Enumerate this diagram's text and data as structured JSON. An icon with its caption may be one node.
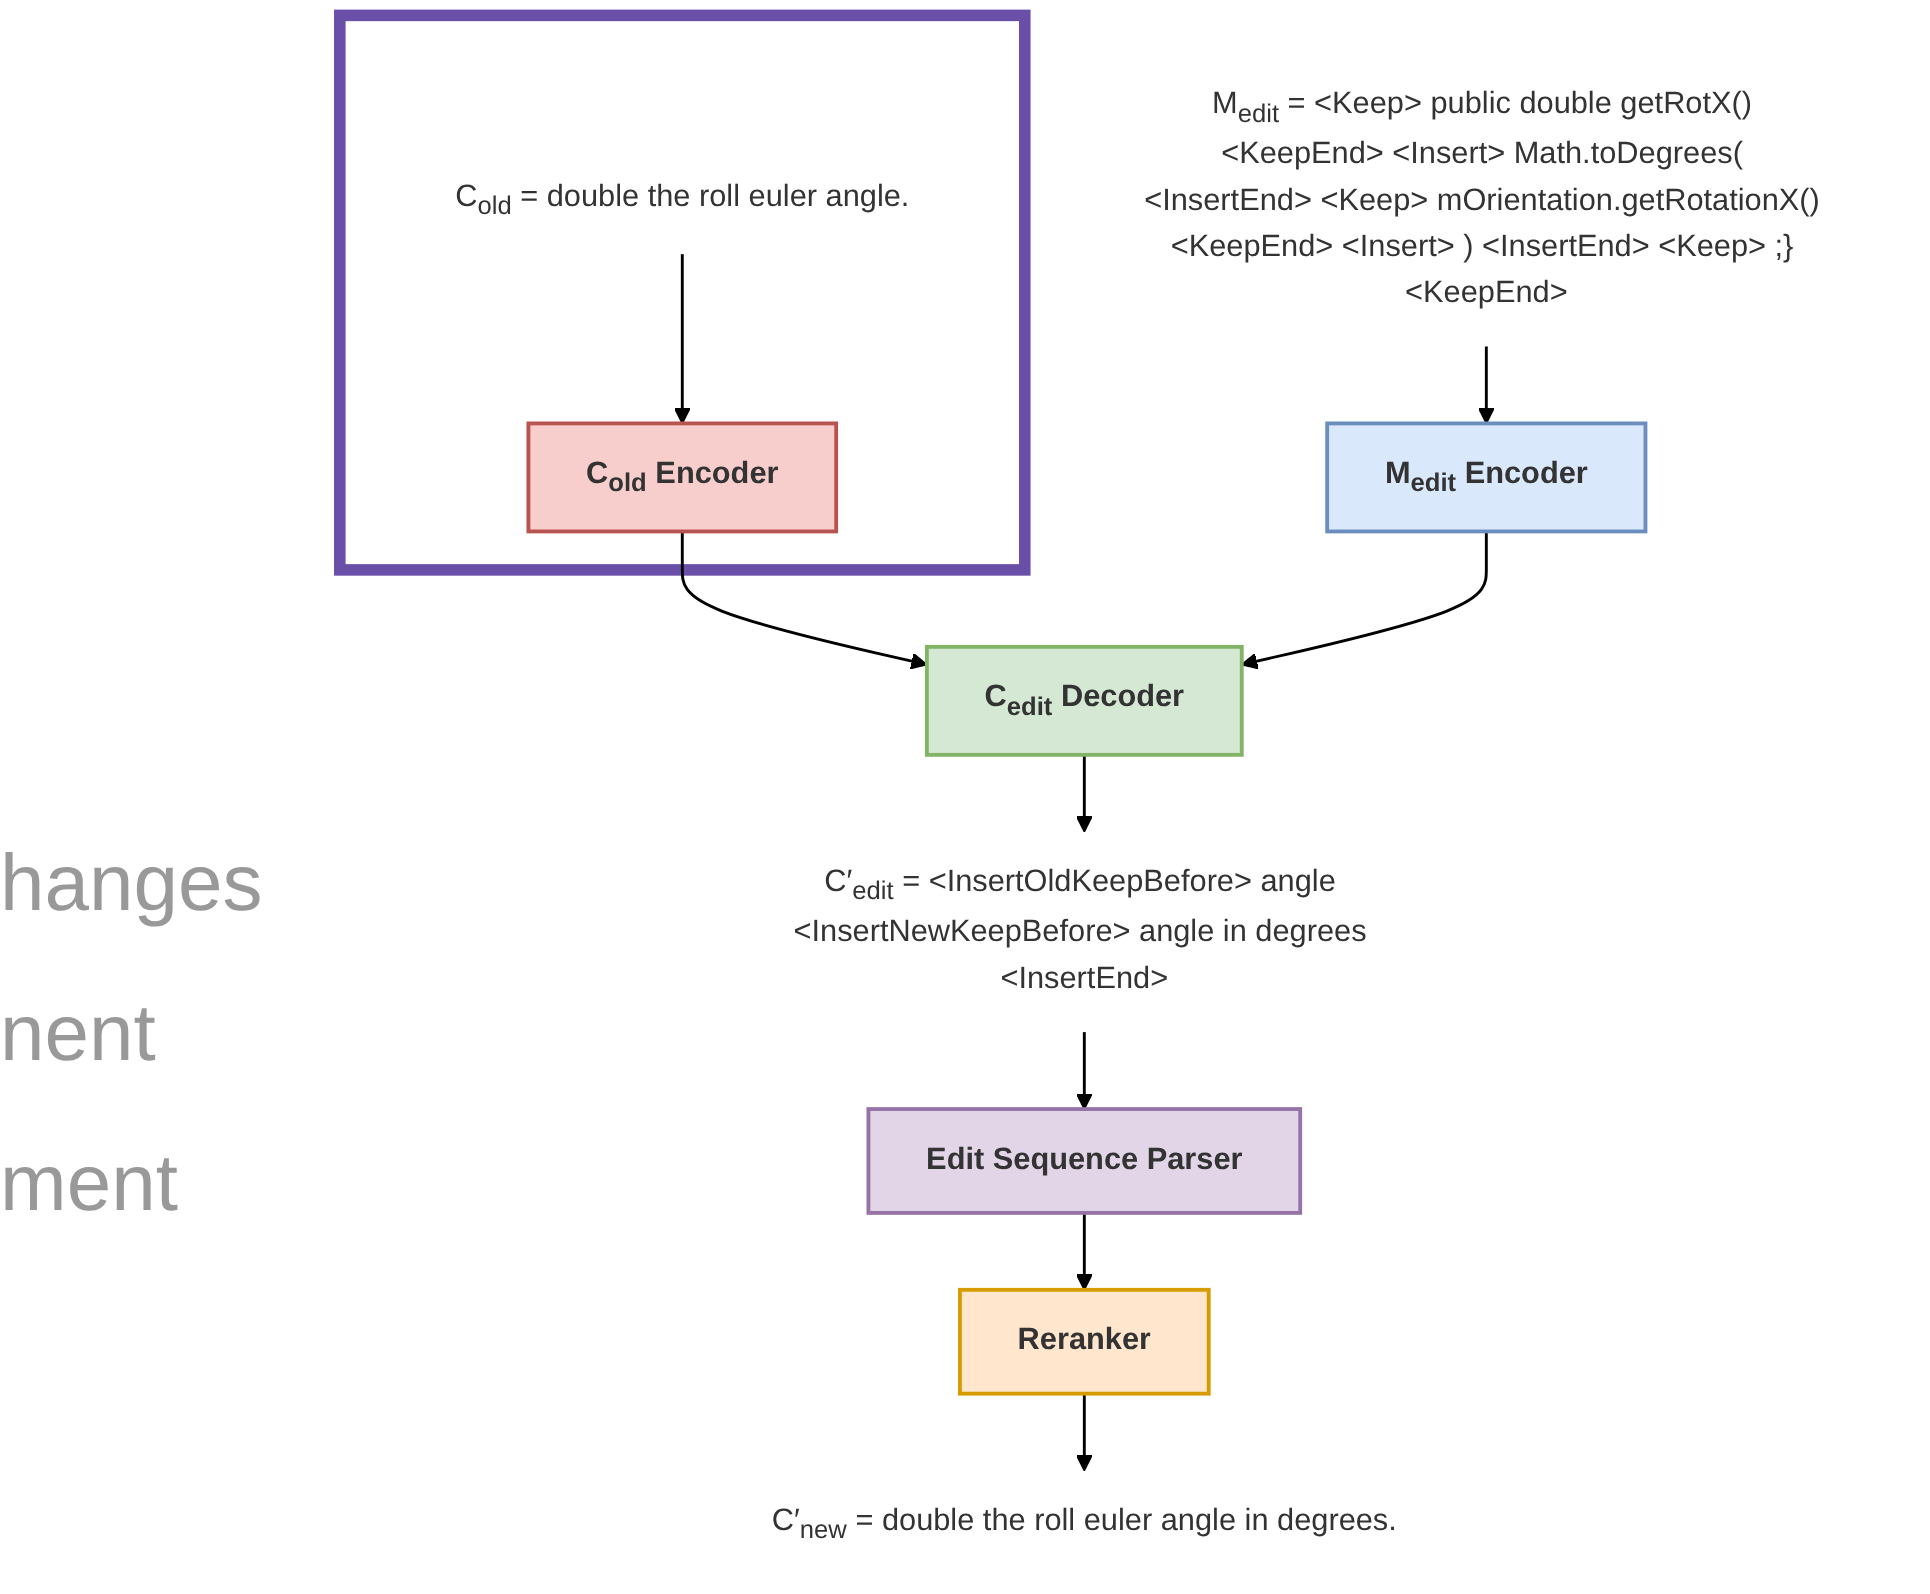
{
  "diagram": {
    "nodes": [
      {
        "text": [],
        "shape": "box"
      },
      {
        "text": [
          "C$_{old}$ = double the roll euler angle."
        ],
        "in": 0
      },
      {
        "text": [
          "C$_{old}$ Encoder"
        ],
        "in": 0
      },
      {
        "text": [
          "M$_{edit}$ = <Keep> public double getRotX() <KeepEnd> <Insert> Math.toDegrees( <InsertEnd> <Keep> mOrientation.getRotationX() <KeepEnd> <Insert> ) <InsertEnd> <Keep> ;} <KeepEnd>"
        ]
      },
      {
        "text": [
          "M$_{edit}$ Encoder"
        ]
      },
      {
        "text": [
          "C$_{edit}$ Decoder"
        ]
      },
      {
        "text": [
          "C′$_{edit}$ = <InsertOldKeepBefore> angle <InsertNewKeepBefore> angle in degrees <InsertEnd>"
        ]
      },
      {
        "text": [
          "Edit Sequence Parser"
        ]
      },
      {
        "text": [
          "Reranker"
        ]
      },
      {
        "text": [
          "C′$_{new}$ = double the roll euler angle in degrees."
        ]
      }
    ],
    "edges": [
      {
        "from": 1,
        "to": 2,
        "arrow": "to"
      },
      {
        "from": 3,
        "to": 4,
        "arrow": "to"
      },
      {
        "from": 2,
        "to": 5,
        "arrow": "to"
      },
      {
        "from": 4,
        "to": 5,
        "arrow": "to"
      },
      {
        "from": 5,
        "to": 6,
        "arrow": "to"
      },
      {
        "from": 6,
        "to": 7,
        "arrow": "to"
      },
      {
        "from": 7,
        "to": 8,
        "arrow": "to"
      },
      {
        "from": 8,
        "to": 9,
        "arrow": "to"
      }
    ],
    "labels": [
      "hanges",
      "nent",
      "ment"
    ]
  }
}
